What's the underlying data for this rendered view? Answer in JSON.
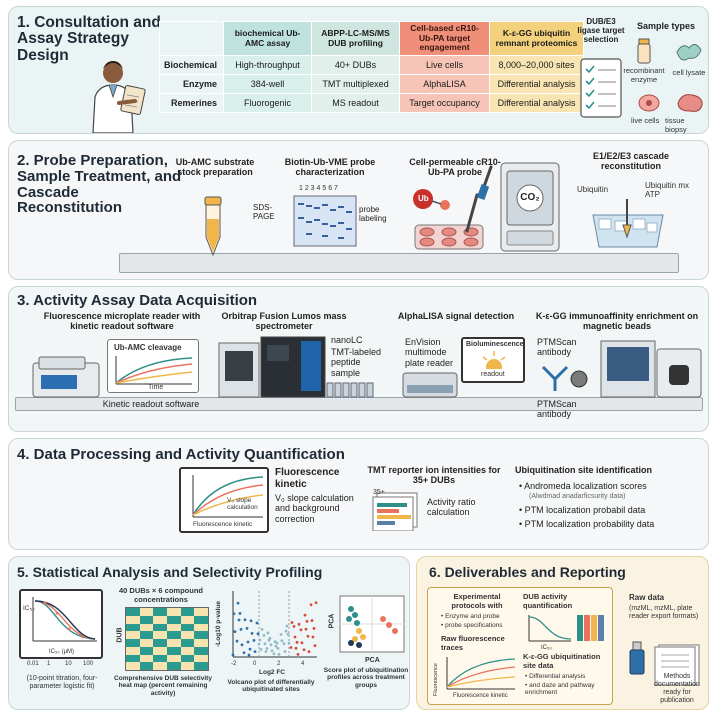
{
  "section1": {
    "title": "1. Consultation and Assay Strategy Design",
    "table": {
      "columns": [
        "biochemical Ub-AMC assay",
        "ABPP-LC-MS/MS DUB profiling",
        "Cell-based cR10-Ub-PA target engagement",
        "K-ε-GG ubiquitin remnant proteomics"
      ],
      "rows": [
        {
          "label": "Biochemical",
          "cells": [
            "High-throughput",
            "40+ DUBs",
            "Live cells",
            "8,000–20,000 sites"
          ]
        },
        {
          "label": "Enzyme",
          "cells": [
            "384-well",
            "TMT multiplexed",
            "AlphaLISA",
            "Differential analysis"
          ]
        },
        {
          "label": "Remerines",
          "cells": [
            "Fluorogenic",
            "MS readout",
            "Target occupancy",
            "Differential analysis"
          ]
        }
      ]
    },
    "ligase_label": "DUB/E3 ligase target selection",
    "sample_types_title": "Sample types",
    "sample_types": [
      "recombinant enzyme",
      "cell lysate",
      "live cells",
      "tissue biopsy"
    ]
  },
  "section2": {
    "title": "2. Probe Preparation, Sample Treatment, and Cascade Reconstitution",
    "ub_amc": "Ub-AMC substrate stock preparation",
    "biotin": "Biotin-Ub-VME probe characterization",
    "lanes": "1 2 3 4 5 6 7",
    "sds": "SDS-PAGE",
    "probe_labeling": "probe labeling",
    "cell_perm": "Cell-permeable cR10-Ub-PA probe",
    "ub_tag": "Ub",
    "co2": "CO₂",
    "cascade": "E1/E2/E3 cascade reconstitution",
    "ubiquitin": "Ubiquitin",
    "ubiquitin_mx": "Ubiquitin mx ATP"
  },
  "section3": {
    "title": "3. Activity Assay Data Acquisition",
    "reader": "Fluorescence microplate reader with kinetic readout software",
    "ub_amc_cleavage": "Ub-AMC cleavage",
    "time": "Time",
    "kinetic_software": "Kinetic readout software",
    "orbitrap": "Orbitrap Fusion Lumos mass spectrometer",
    "nanolc": "nanoLC",
    "tmt_sample": "TMT-labeled peptide sample",
    "alphalisa": "AlphaLISA signal detection",
    "envision": "EnVision multimode plate reader",
    "biolum": "Bioluminescence",
    "readout": "readout",
    "kgg": "K-ε-GG immunoaffinity enrichment on magnetic beads",
    "ptmscan": "PTMScan antibody",
    "ptmscan2": "PTMScan antibody"
  },
  "section4": {
    "title": "4. Data Processing and Activity Quantification",
    "fluor_kinetic": "Fluorescence kinetic",
    "v0": "V₀ slope calculation and background correction",
    "v0_chart": "V₀ slope calculation",
    "fluor_axis": "Fluorescence",
    "fluor_xaxis": "Fluorescence kinetic",
    "tmt": "TMT reporter ion intensities for 35+ DUBs",
    "tmt_axis": "35+",
    "ratio": "Activity ratio calculation",
    "ubsite_title": "Ubiquitination site identification",
    "bullets": [
      "Andromeda localization scores",
      "PTM localization probabil data",
      "PTM localization probability data"
    ],
    "garbled": "(Alwdmad anadarficsurity data)"
  },
  "section5": {
    "title": "5. Statistical Analysis and Selectivity Profiling",
    "ic50_axis": "IC₅₀",
    "ic50_x": "IC₅₀ (μM)",
    "ticks": [
      "0.01",
      "1",
      "10",
      "100"
    ],
    "titration": "(10-point titration, four-parameter logistic fit)",
    "heatmap_title": "40 DUBs × 6 compound concentrations",
    "dub_axis": "DUB",
    "heatmap_caption": "Comprehensive DUB selectivity heat map (percent remaining activity)",
    "volcano_y": "-Log10 p-value",
    "volcano_x": "Log2 FC",
    "volcano_ticks": [
      "-2",
      "0",
      "2",
      "4"
    ],
    "volcano_caption": "Volcano plot of differentially ubiquitinated sites",
    "pca_axis": "PCA",
    "pca_x": "PCA",
    "pca_caption": "Score plot of ubiquitination profiles across treatment groups"
  },
  "section6": {
    "title": "6. Deliverables and Reporting",
    "protocols": "Experimental protocols with",
    "protocol_items": [
      "Enzyme and probe",
      "probe specifications"
    ],
    "raw_traces": "Raw fluorescence traces",
    "fluor_axis": "Fluorescence",
    "fluor_kinetic": "Fluorescence kinetic",
    "dub_quant": "DUB activity quantification",
    "ic50": "IC₅₀",
    "kgg_site": "K-ε-GG ubiquitination site data",
    "kgg_items": [
      "Differential analysis",
      "and daze and pathway enrichment"
    ],
    "raw_data": "Raw data",
    "raw_formats": "(mzML, mzML, plate reader export formats)",
    "methods": "Methods documentation ready for publication"
  },
  "colors": {
    "teal": "#2f8f8a",
    "coral": "#e9735d",
    "amber": "#f0b64b",
    "navy": "#1f3b5a"
  }
}
